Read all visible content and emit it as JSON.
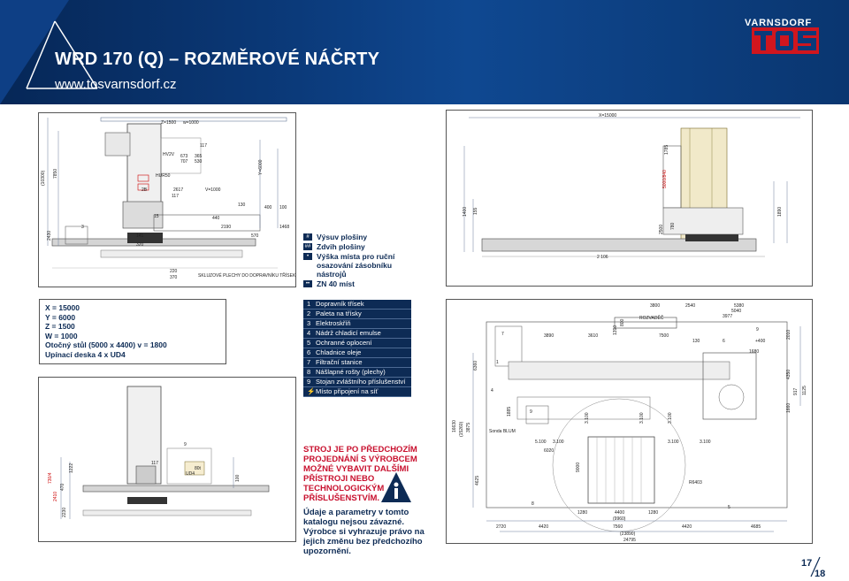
{
  "header": {
    "title": "WRD 170 (Q) – ROZMĚROVÉ NÁČRTY",
    "url": "www.tosvarnsdorf.cz",
    "brand_top": "VARNSDORF",
    "brand_logo": "TOS"
  },
  "symbols": [
    {
      "sym": "#",
      "text": "Výsuv plošiny"
    },
    {
      "sym": "##",
      "text": "Zdvih plošiny"
    },
    {
      "sym": "•",
      "text": "Výška místa pro ruční osazování zásobníku nástrojů"
    },
    {
      "sym": "••",
      "text": "ZN 40 míst"
    }
  ],
  "specs": [
    "X = 15000",
    "Y = 6000",
    "Z = 1500",
    "W = 1000",
    "Otočný stůl (5000 x 4400) v = 1800",
    "Upínací deska 4 x UD4"
  ],
  "legend": [
    {
      "num": "1",
      "text": "Dopravník třísek"
    },
    {
      "num": "2",
      "text": "Paleta na třísky"
    },
    {
      "num": "3",
      "text": "Elektroskříň"
    },
    {
      "num": "4",
      "text": "Nádrž chladicí emulse"
    },
    {
      "num": "5",
      "text": "Ochranné oplocení"
    },
    {
      "num": "6",
      "text": "Chladnice oleje"
    },
    {
      "num": "7",
      "text": "Filtrační stanice"
    },
    {
      "num": "8",
      "text": "Nášlapné rošty (plechy)"
    },
    {
      "num": "9",
      "text": "Stojan zvláštního příslušenství"
    },
    {
      "num": "⚡",
      "text": "Místo připojení na síť"
    }
  ],
  "warning": "STROJ JE PO PŘEDCHOZÍM PROJEDNÁNÍ S VÝROBCEM MOŽNÉ VYBAVIT DALŠÍMI PŘÍSTROJI NEBO TECHNOLOGICKÝM PŘÍSLUŠENSTVÍM.",
  "note": "Údaje a parametry v tomto katalogu nejsou závazné. Výrobce si vyhrazuje právo na jejich změnu bez předchozího upozornění.",
  "page": {
    "current": "17",
    "total": "18"
  },
  "drawing1": {
    "labels": [
      "Z=1500",
      "w=1000",
      "117",
      "HV2V",
      "673",
      "365",
      "707",
      "530",
      "HUR50",
      "2617",
      "V=1000",
      "2B",
      "117",
      "130",
      "440",
      "400",
      "100",
      "1468",
      "141",
      "320",
      "570",
      "(10300)",
      "7850",
      "2430",
      "3",
      "Y=6000",
      "2190",
      "15",
      "220",
      "370",
      "SKLUZOVÉ PLECHY DO DOPRAVNÍKU TŘÍSEK"
    ]
  },
  "drawing2": {
    "labels": [
      "X=15000",
      "1785",
      "5000/840",
      "1400",
      "155",
      "2500",
      "780",
      "1890",
      "2 106"
    ]
  },
  "drawing3": {
    "labels": [
      "9",
      "117",
      "80t",
      "UD4",
      "100",
      "730/4",
      "2410",
      "470",
      "1222",
      "2230"
    ]
  },
  "drawing4": {
    "labels": [
      "3800",
      "2540",
      "5380",
      "5040",
      "3977",
      "800",
      "1390",
      "ROZVADĚČ",
      "3890",
      "3610",
      "7500",
      "130",
      "6",
      "9",
      "+400",
      "2010",
      "6360",
      "4",
      "1",
      "7",
      "9",
      "1885",
      "3.100",
      "3.100",
      "3.100",
      "5.100",
      "3.100",
      "6020",
      "9000",
      "3.100",
      "3.100",
      "1680",
      "4350",
      "917",
      "1125",
      "1660",
      "16630",
      "(15260)",
      "3875",
      "Sonda BLUM",
      "4625",
      "R6403",
      "8",
      "5",
      "1280",
      "4400",
      "1280",
      "(9960)",
      "2720",
      "4420",
      "7560",
      "4420",
      "4685",
      "(23890)",
      "24795"
    ]
  }
}
